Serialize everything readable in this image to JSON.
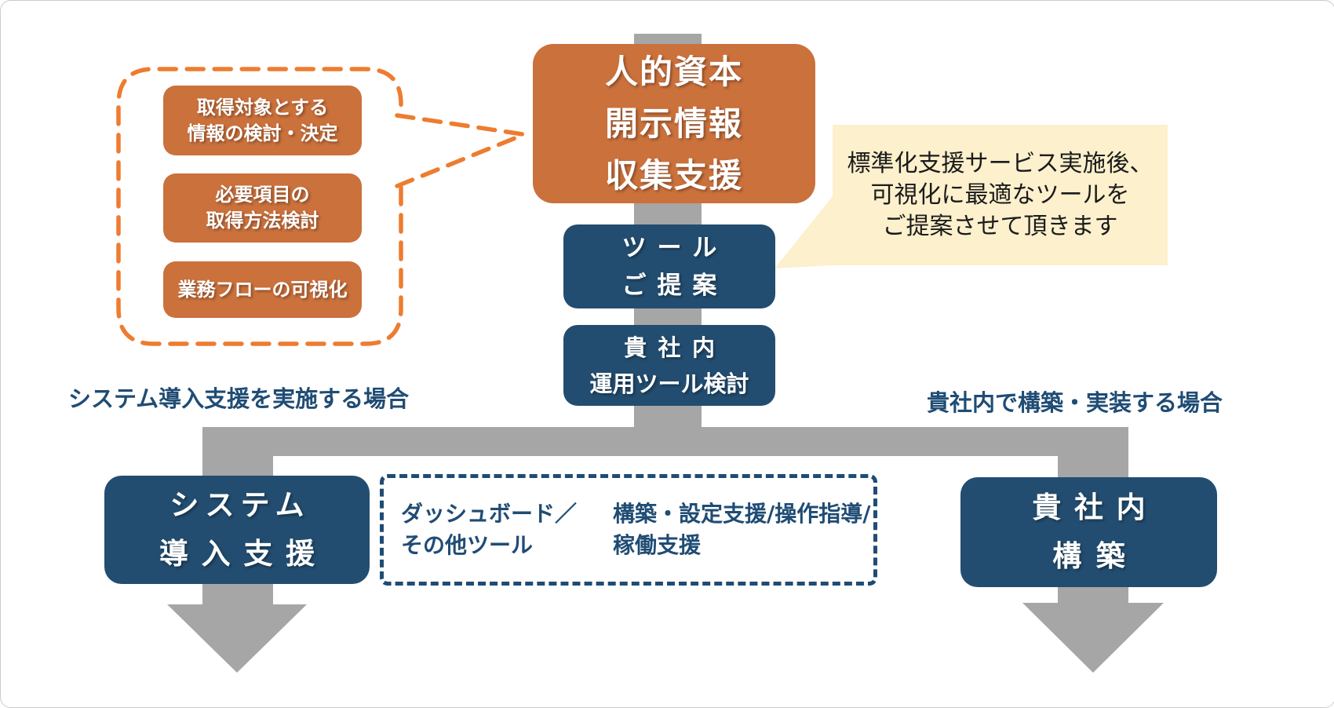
{
  "colors": {
    "orange_box": "#CB713C",
    "orange_dash": "#EE7C30",
    "navy": "#224D70",
    "navy_text": "#1F4C74",
    "connector_gray": "#A6A6A6",
    "bubble_bg": "#FCF0CD",
    "bubble_text": "#1B1B1B"
  },
  "top_flow": {
    "main_box": {
      "line1": "人的資本",
      "line2": "開示情報",
      "line3": "収集支援"
    },
    "tool_box": {
      "line1": "ツール",
      "line2": "ご提案"
    },
    "internal_box": {
      "line1": "貴社内",
      "line2": "運用ツール検討"
    }
  },
  "standardization_callout": {
    "item1": {
      "line1": "取得対象とする",
      "line2": "情報の検討・決定"
    },
    "item2": {
      "line1": "必要項目の",
      "line2": "取得方法検討"
    },
    "item3": {
      "line1": "業務フローの可視化"
    }
  },
  "speech_bubble": {
    "line1": "標準化支援サービス実施後、",
    "line2": "可視化に最適なツールを",
    "line3": "ご提案させて頂きます"
  },
  "branch_labels": {
    "left": "システム導入支援を実施する場合",
    "right": "貴社内で構築・実装する場合"
  },
  "bottom": {
    "system_box": {
      "line1": "システム",
      "line2": "導入支援"
    },
    "detail_box": {
      "col1_line1": "ダッシュボード／",
      "col1_line2": "その他ツール",
      "col2_line1": "構築・設定支援/操作指導/",
      "col2_line2": "稼働支援"
    },
    "inhouse_box": {
      "line1": "貴社内",
      "line2": "構築"
    }
  }
}
